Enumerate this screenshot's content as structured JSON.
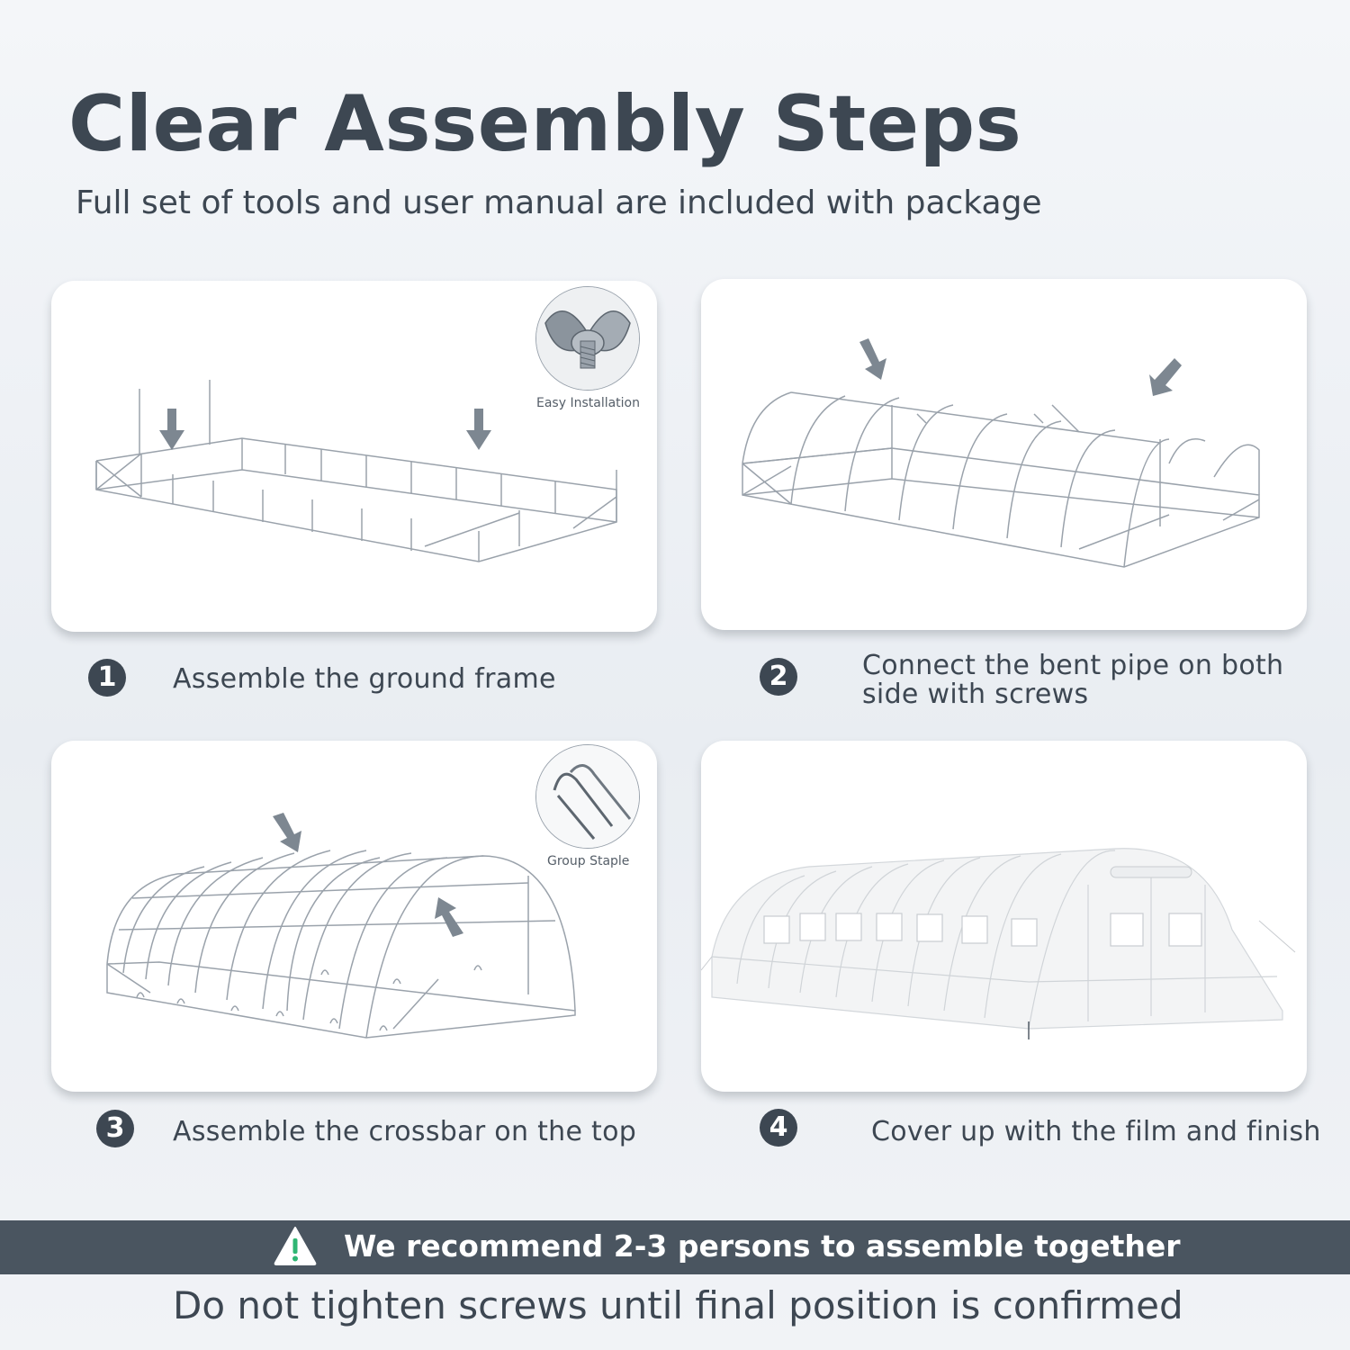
{
  "header": {
    "title": "Clear Assembly  Steps",
    "subtitle": "Full set of tools and user manual are included with package"
  },
  "steps": [
    {
      "number": "1",
      "text": "Assemble the ground frame",
      "badge": "Easy Installation",
      "badge_icon": "wing-nut-icon"
    },
    {
      "number": "2",
      "text": "Connect the bent pipe on both side  with screws"
    },
    {
      "number": "3",
      "text": "Assemble the crossbar on the top",
      "badge": "Group Staple",
      "badge_icon": "u-staple-icon"
    },
    {
      "number": "4",
      "text": "Cover up with the film and finish"
    }
  ],
  "banner": {
    "icon": "warning-icon",
    "text": "We recommend 2-3 persons to assemble together"
  },
  "footer": {
    "note": "Do not tighten screws until final position is confirmed"
  },
  "colors": {
    "text": "#3d4752",
    "banner": "#4a5560",
    "arrow": "#7d8791"
  }
}
